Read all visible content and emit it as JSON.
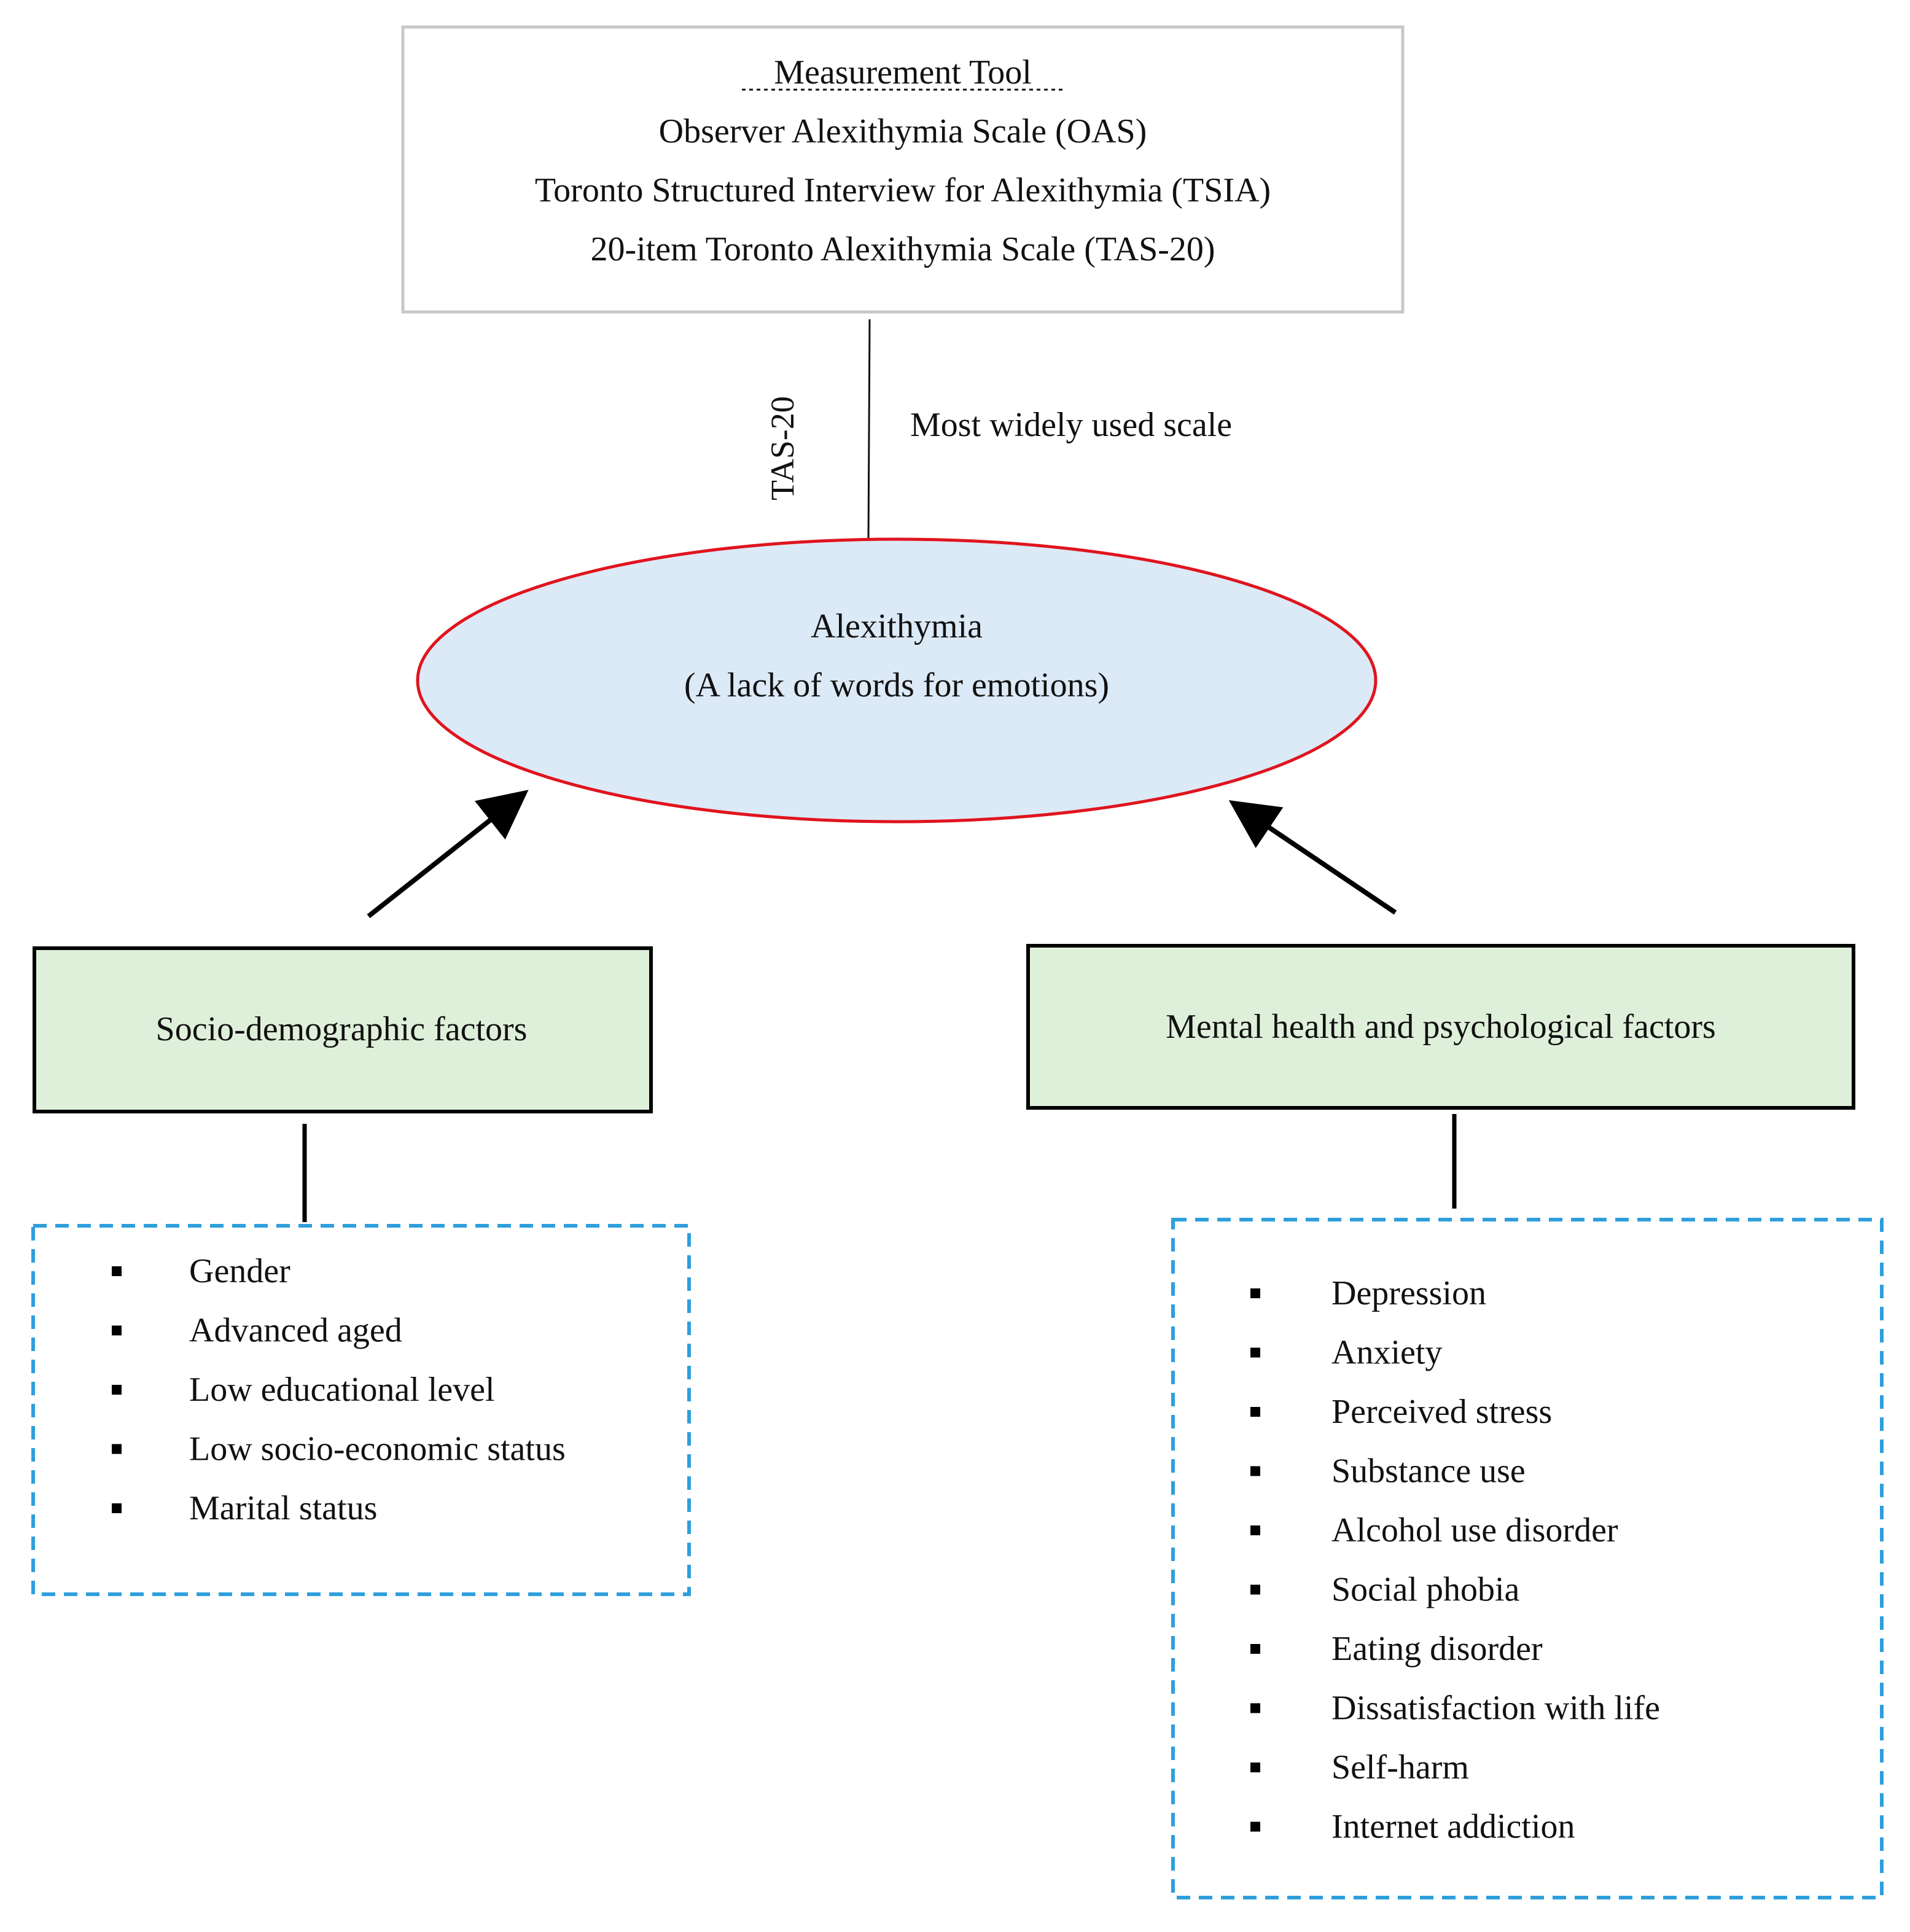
{
  "measurement": {
    "heading": "Measurement Tool",
    "items": [
      "Observer Alexithymia Scale (OAS)",
      "Toronto Structured Interview for Alexithymia (TSIA)",
      "20-item Toronto Alexithymia Scale (TAS-20)"
    ]
  },
  "connector": {
    "vertical_label": "TAS-20",
    "note": "Most widely used scale"
  },
  "center": {
    "title": "Alexithymia",
    "subtitle": "(A lack of words for emotions)"
  },
  "left": {
    "title": "Socio-demographic factors",
    "items": [
      "Gender",
      "Advanced aged",
      "Low educational level",
      "Low socio-economic status",
      "Marital status"
    ]
  },
  "right": {
    "title": "Mental health and psychological factors",
    "items": [
      "Depression",
      "Anxiety",
      "Perceived stress",
      "Substance use",
      "Alcohol use disorder",
      "Social phobia",
      "Eating disorder",
      "Dissatisfaction with life",
      "Self-harm",
      "Internet addiction"
    ]
  },
  "colors": {
    "ellipse_fill": "#dce9f6",
    "ellipse_stroke": "#e0141e",
    "factor_fill": "#dff0da",
    "dashed_border": "#2f9fdc",
    "measurement_border": "#c8c8c8"
  }
}
